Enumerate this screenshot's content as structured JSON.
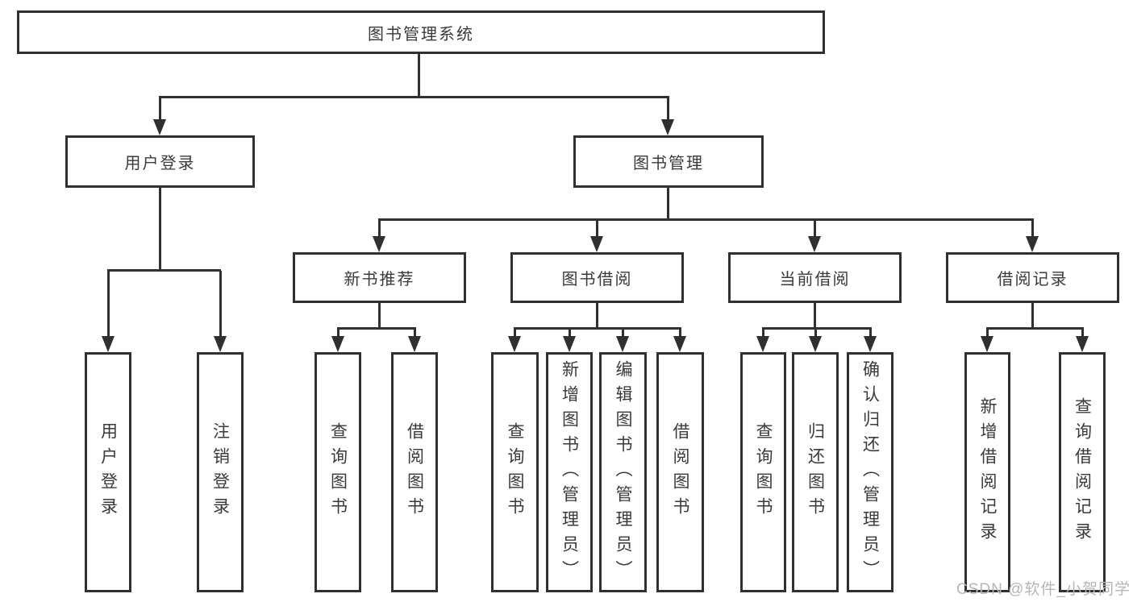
{
  "diagram": {
    "title": "图书管理系统",
    "level2": {
      "user_login": "用户登录",
      "book_management": "图书管理"
    },
    "level3": {
      "new_book_recommend": "新书推荐",
      "book_borrow": "图书借阅",
      "current_borrow": "当前借阅",
      "borrow_records": "借阅记录"
    },
    "leaves": {
      "user_login": "用户登录",
      "logout": "注销登录",
      "query_books_recommend": "查询图书",
      "borrow_books_recommend": "借阅图书",
      "query_books_borrow": "查询图书",
      "add_books_admin": "新增图书（管理员）",
      "edit_books_admin": "编辑图书（管理员）",
      "borrow_books": "借阅图书",
      "query_books_current": "查询图书",
      "return_books": "归还图书",
      "confirm_return_admin": "确认归还（管理员）",
      "add_borrow_record": "新增借阅记录",
      "query_borrow_record": "查询借阅记录"
    },
    "watermark": "CSDN @软件_小贺同学",
    "colors": {
      "line": "#303030",
      "text": "#3a3a3a",
      "watermark": "#b5b5b5",
      "background": "#ffffff"
    }
  }
}
